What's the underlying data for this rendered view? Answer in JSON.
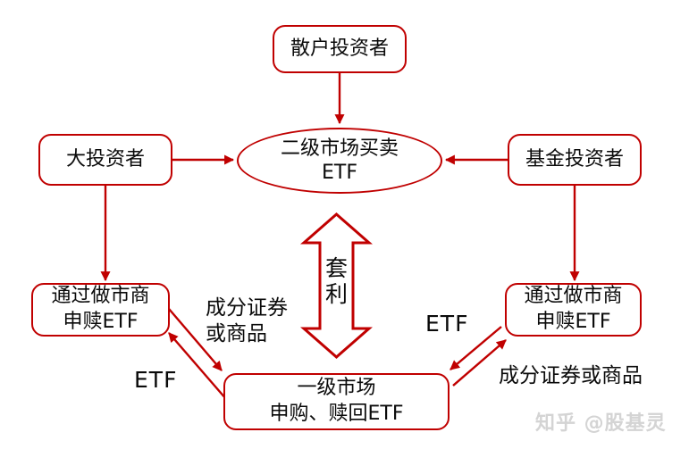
{
  "diagram": {
    "colors": {
      "accent": "#c00000",
      "text": "#0a0a0a",
      "watermark": "#d4d4d4"
    },
    "nodes": {
      "retail_investor": "散户投资者",
      "secondary_market": "二级市场买卖\nETF",
      "large_investor": "大投资者",
      "fund_investor": "基金投资者",
      "market_maker_left": "通过做市商\n申赎ETF",
      "market_maker_right": "通过做市商\n申赎ETF",
      "primary_market": "一级市场\n申购、赎回ETF"
    },
    "labels": {
      "arbitrage": "套\n利",
      "components_left": "成分证券\n或商品",
      "etf_left": "ETF",
      "etf_right": "ETF",
      "components_right": "成分证券或商品"
    },
    "watermark": "知乎 @股基灵"
  }
}
